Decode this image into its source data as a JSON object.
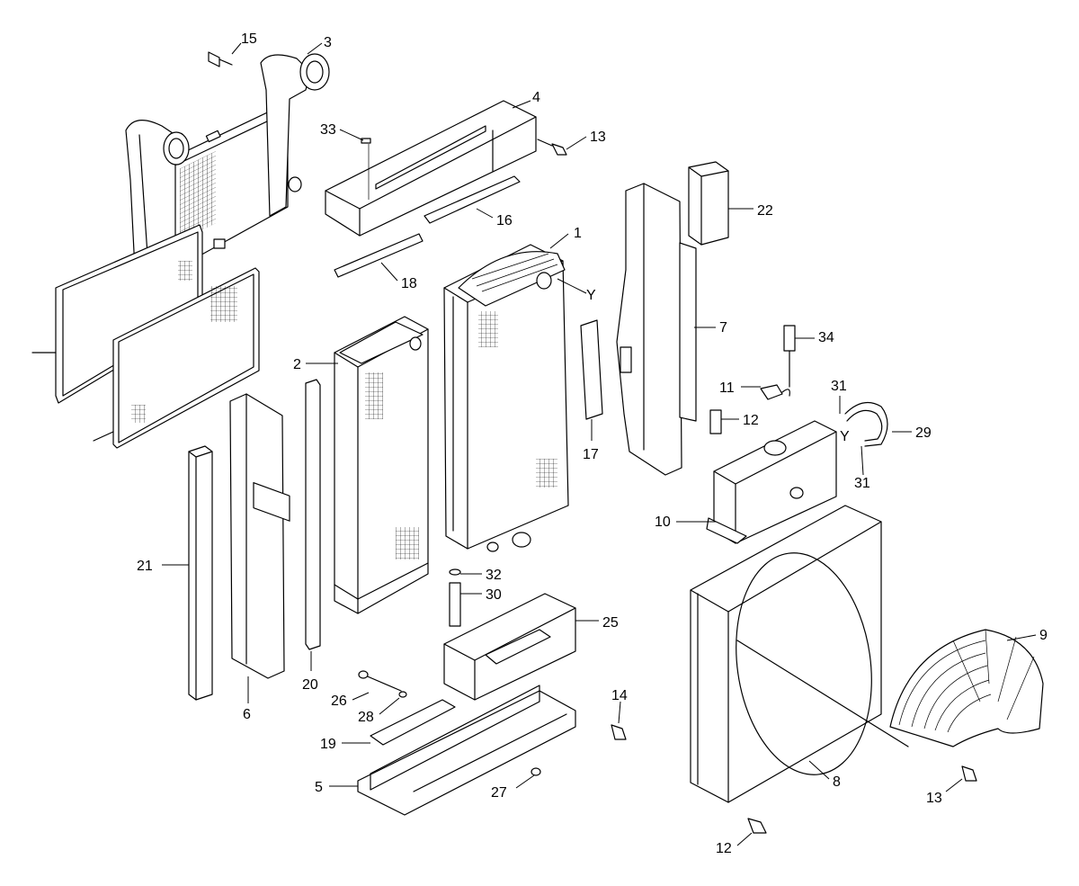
{
  "labels": [
    {
      "id": "p15",
      "text": "15"
    },
    {
      "id": "p3",
      "text": "3"
    },
    {
      "id": "p4",
      "text": "4"
    },
    {
      "id": "p33",
      "text": "33"
    },
    {
      "id": "p13a",
      "text": "13"
    },
    {
      "id": "p22",
      "text": "22"
    },
    {
      "id": "p16",
      "text": "16"
    },
    {
      "id": "p1",
      "text": "1"
    },
    {
      "id": "p18",
      "text": "18"
    },
    {
      "id": "pYa",
      "text": "Y"
    },
    {
      "id": "p7",
      "text": "7"
    },
    {
      "id": "p34",
      "text": "34"
    },
    {
      "id": "p2",
      "text": "2"
    },
    {
      "id": "p11",
      "text": "11"
    },
    {
      "id": "p31a",
      "text": "31"
    },
    {
      "id": "p12a",
      "text": "12"
    },
    {
      "id": "pYb",
      "text": "Y"
    },
    {
      "id": "p29",
      "text": "29"
    },
    {
      "id": "p17",
      "text": "17"
    },
    {
      "id": "p31b",
      "text": "31"
    },
    {
      "id": "p10",
      "text": "10"
    },
    {
      "id": "p21",
      "text": "21"
    },
    {
      "id": "p32",
      "text": "32"
    },
    {
      "id": "p30",
      "text": "30"
    },
    {
      "id": "p25",
      "text": "25"
    },
    {
      "id": "p9",
      "text": "9"
    },
    {
      "id": "p26",
      "text": "26"
    },
    {
      "id": "p14",
      "text": "14"
    },
    {
      "id": "p20",
      "text": "20"
    },
    {
      "id": "p6",
      "text": "6"
    },
    {
      "id": "p28",
      "text": "28"
    },
    {
      "id": "p19",
      "text": "19"
    },
    {
      "id": "p8",
      "text": "8"
    },
    {
      "id": "p5",
      "text": "5"
    },
    {
      "id": "p27",
      "text": "27"
    },
    {
      "id": "p13b",
      "text": "13"
    },
    {
      "id": "p12b",
      "text": "12"
    }
  ]
}
